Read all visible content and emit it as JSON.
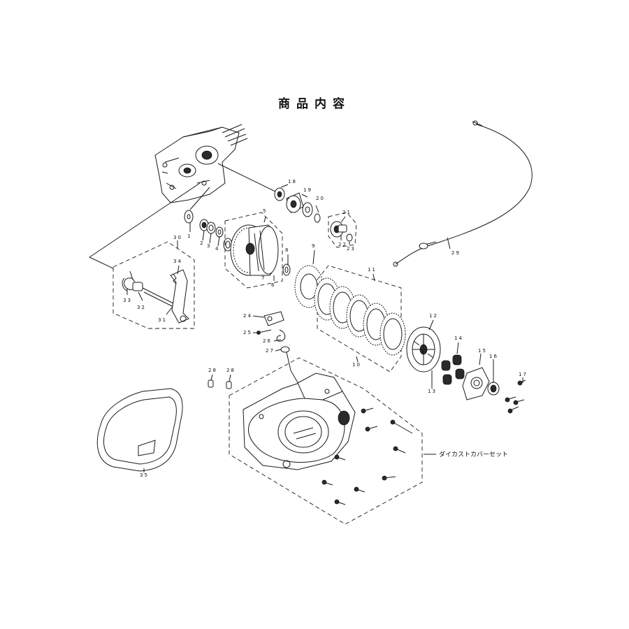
{
  "title": "商品内容",
  "set_label": "ダイカストカバーセット",
  "callouts": [
    "1",
    "2",
    "3",
    "4",
    "5",
    "6",
    "7",
    "8",
    "9",
    "10",
    "11",
    "12",
    "13",
    "14",
    "15",
    "16",
    "17",
    "18",
    "19",
    "20",
    "21",
    "22",
    "23",
    "24",
    "25",
    "26",
    "27",
    "28",
    "28",
    "29",
    "30",
    "31",
    "32",
    "33",
    "34",
    "35"
  ]
}
